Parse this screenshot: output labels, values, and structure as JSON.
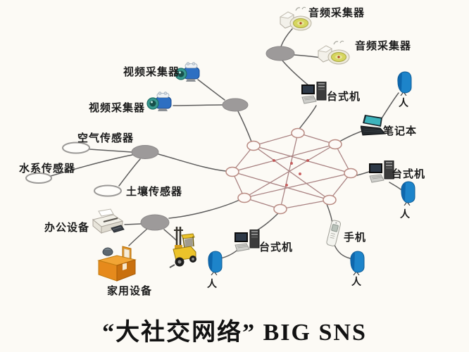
{
  "title": "“大社交网络” BIG SNS",
  "labels": {
    "audio_collector_1": "音频采集器",
    "audio_collector_2": "音频采集器",
    "video_collector_1": "视频采集器",
    "video_collector_2": "视频采集器",
    "air_sensor": "空气传感器",
    "water_sensor": "水系传感器",
    "soil_sensor": "土壤传感器",
    "office_equipment": "办公设备",
    "home_equipment": "家用设备",
    "desktop_top": "台式机",
    "desktop_right": "台式机",
    "desktop_bottom": "台式机",
    "laptop": "笔记本",
    "mobile_phone": "手机",
    "person_1": "人",
    "person_2": "人",
    "person_3": "人",
    "person_4": "人"
  },
  "colors": {
    "background": "#fcfaf5",
    "mesh_line": "#a98282",
    "mesh_dot": "#c24b4b",
    "hub_gray": "#9d9a9a",
    "wire_gray": "#4d4d4d",
    "person_blue": "#1d84ca",
    "camera_blue": "#2d6fc2",
    "cabinet_orange": "#e68a1c",
    "forklift_yellow": "#ecc32a",
    "disc_yellow": "#d6d65e",
    "text_black": "#1c1c1c"
  },
  "connections": [
    [
      "audio-hub",
      "audio-collector-1"
    ],
    [
      "audio-hub",
      "audio-collector-2"
    ],
    [
      "audio-hub",
      "desktop-top"
    ],
    [
      "desktop-top",
      "mesh"
    ],
    [
      "video-collector-1",
      "video-hub"
    ],
    [
      "video-collector-2",
      "video-hub"
    ],
    [
      "video-hub",
      "mesh"
    ],
    [
      "air-sensor",
      "sensor-hub"
    ],
    [
      "water-sensor",
      "sensor-hub"
    ],
    [
      "soil-sensor",
      "sensor-hub"
    ],
    [
      "sensor-hub",
      "mesh"
    ],
    [
      "office-equipment",
      "office-hub"
    ],
    [
      "home-equipment",
      "office-hub"
    ],
    [
      "forklift",
      "office-hub"
    ],
    [
      "office-hub",
      "mesh"
    ],
    [
      "mesh",
      "desktop-bottom"
    ],
    [
      "desktop-bottom",
      "person-4"
    ],
    [
      "mesh",
      "mobile-phone"
    ],
    [
      "mobile-phone",
      "person-3"
    ],
    [
      "mesh",
      "desktop-right"
    ],
    [
      "desktop-right",
      "person-2"
    ],
    [
      "mesh",
      "laptop"
    ],
    [
      "laptop",
      "person-1"
    ]
  ]
}
